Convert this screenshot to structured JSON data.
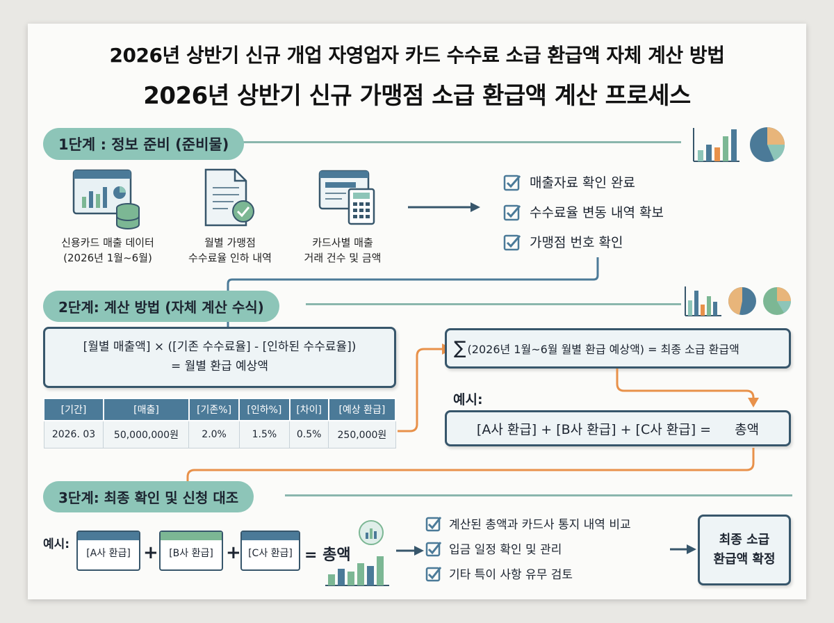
{
  "title": {
    "line1": "2026년 상반기 신규 개업 자영업자 카드 수수료 소급 환급액 자체 계산 방법",
    "line2": "2026년 상반기 신규 가맹점 소급 환급액 계산 프로세스"
  },
  "step1": {
    "label": "1단계 : 정보 준비 (준비물)",
    "items": [
      {
        "line1": "신용카드 매출 데이터",
        "line2": "(2026년 1월~6월)"
      },
      {
        "line1": "월별 가맹점",
        "line2": "수수료율 인하 내역"
      },
      {
        "line1": "카드사별 매출",
        "line2": "거래 건수 및 금액"
      }
    ],
    "checklist": [
      "매출자료 확인 완료",
      "수수료율 변동 내역 확보",
      "가맹점 번호 확인"
    ]
  },
  "step2": {
    "label": "2단계: 계산 방법 (자체 계산 수식)",
    "formula_line1": "[월별 매출액] × ([기존 수수료율] - [인하된 수수료율])",
    "formula_line2": "= 월별 환급 예상액",
    "table": {
      "headers": [
        "[기간]",
        "[매출]",
        "[기존%]",
        "[인하%]",
        "[차이]",
        "[예상 환급]"
      ],
      "row": [
        "2026. 03",
        "50,000,000원",
        "2.0%",
        "1.5%",
        "0.5%",
        "250,000원"
      ]
    },
    "sum_symbol": "∑",
    "sum_formula": "(2026년 1월~6월 월별 환급 예상액) = 최종 소급 환급액",
    "example_label": "예시:",
    "example_formula": "[A사 환급] + [B사 환급] + [C사 환급] =",
    "example_total": "총액"
  },
  "step3": {
    "label": "3단계: 최종 확인 및 신청 대조",
    "example_label": "예시:",
    "cards": [
      "[A사 환급]",
      "[B사 환급]",
      "[C사 환급]"
    ],
    "plus": "+",
    "equals_total": "= 총액",
    "checklist": [
      "계산된 총액과 카드사 통지 내역 비교",
      "입금 일정 확인 및 관리",
      "기타 특이 사항 유무 검토"
    ],
    "final_line1": "최종 소급",
    "final_line2": "환급액 확정"
  },
  "colors": {
    "teal": "#8dc5b8",
    "navy": "#37566b",
    "blue": "#4b7a98",
    "orange": "#e8914a",
    "green": "#7cb794"
  }
}
